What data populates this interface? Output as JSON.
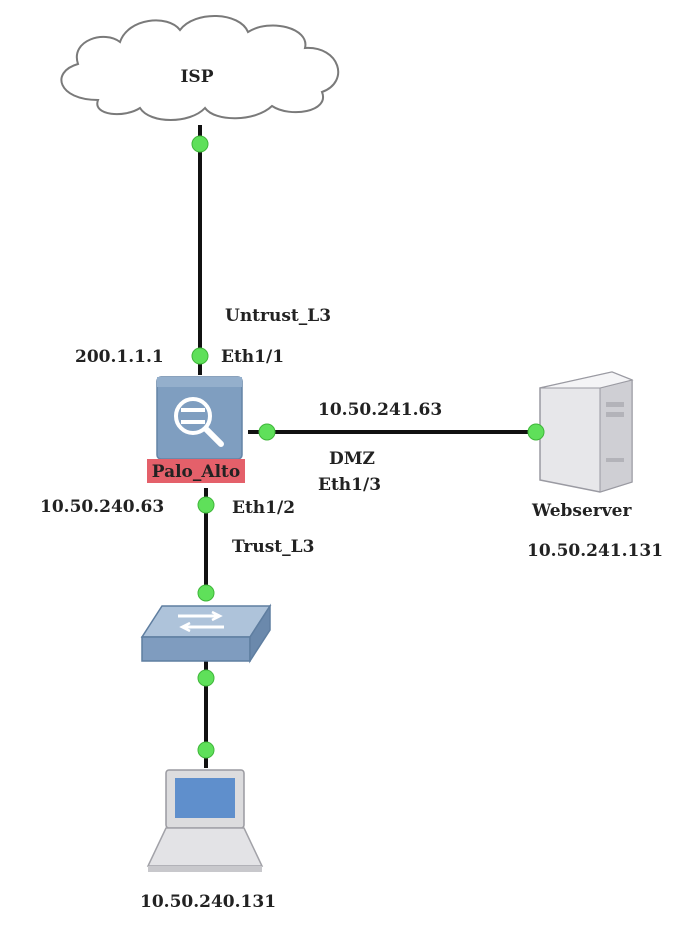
{
  "nodes": {
    "isp": {
      "label": "ISP"
    },
    "firewall": {
      "label": "Palo_Alto"
    },
    "webserver": {
      "label": "Webserver",
      "ip": "10.50.241.131"
    },
    "client": {
      "ip": "10.50.240.131"
    }
  },
  "interfaces": {
    "eth1_1": {
      "zone": "Untrust_L3",
      "name": "Eth1/1",
      "ip": "200.1.1.1"
    },
    "eth1_2": {
      "zone": "Trust_L3",
      "name": "Eth1/2",
      "ip": "10.50.240.63"
    },
    "eth1_3": {
      "zone": "DMZ",
      "name": "Eth1/3",
      "ip": "10.50.241.63"
    }
  },
  "colors": {
    "link": "#111111",
    "port": "#5fe05a",
    "firewall_body": "#7f9ec0",
    "firewall_label_bg": "#e4606a",
    "switch_body": "#7f9cbf"
  }
}
